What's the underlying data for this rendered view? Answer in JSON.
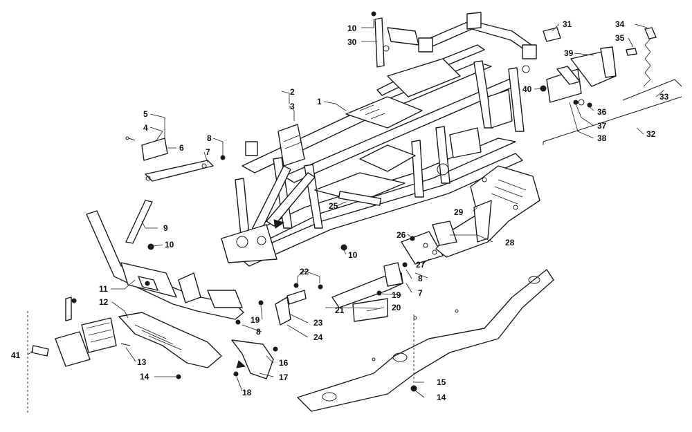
{
  "callouts": {
    "c1": "1",
    "c2": "2",
    "c3": "3",
    "c4": "4",
    "c5": "5",
    "c6": "6",
    "c7a": "7",
    "c7b": "7",
    "c8a": "8",
    "c8b": "8",
    "c8c": "8",
    "c9": "9",
    "c10a": "10",
    "c10b": "10",
    "c10c": "10",
    "c11": "11",
    "c12": "12",
    "c13": "13",
    "c14a": "14",
    "c14b": "14",
    "c15": "15",
    "c16": "16",
    "c17": "17",
    "c18": "18",
    "c19a": "19",
    "c19b": "19",
    "c20": "20",
    "c21": "21",
    "c22": "22",
    "c23": "23",
    "c24": "24",
    "c25": "25",
    "c26": "26",
    "c27": "27",
    "c28": "28",
    "c29": "29",
    "c30": "30",
    "c31": "31",
    "c32": "32",
    "c33": "33",
    "c34": "34",
    "c35": "35",
    "c36": "36",
    "c37": "37",
    "c38": "38",
    "c39": "39",
    "c40": "40",
    "c41": "41"
  }
}
